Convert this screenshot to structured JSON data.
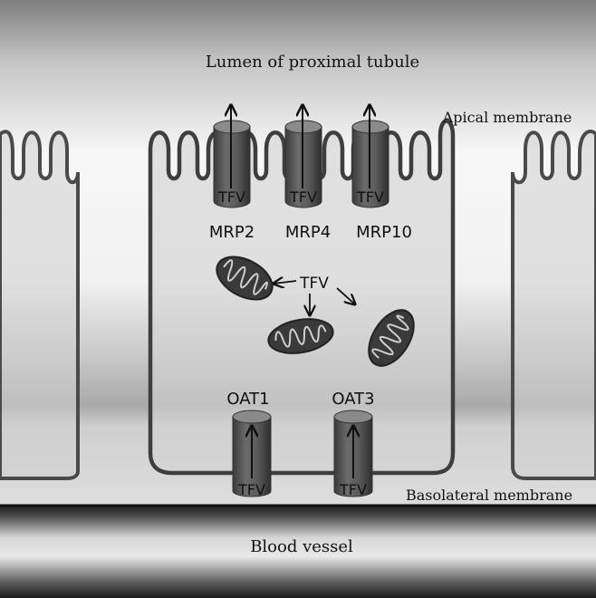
{
  "labels": {
    "lumen": "Lumen of proximal tubule",
    "apical": "Apical membrane",
    "basolateral": "Basolateral membrane",
    "blood": "Blood vessel"
  },
  "transporters": {
    "apical": [
      {
        "name": "MRP2",
        "substrate": "TFV"
      },
      {
        "name": "MRP4",
        "substrate": "TFV"
      },
      {
        "name": "MRP10",
        "substrate": "TFV"
      }
    ],
    "basolateral": [
      {
        "name": "OAT1",
        "substrate": "TFV"
      },
      {
        "name": "OAT3",
        "substrate": "TFV"
      }
    ]
  },
  "mitochondria": {
    "label": "TFV",
    "count": 3
  }
}
